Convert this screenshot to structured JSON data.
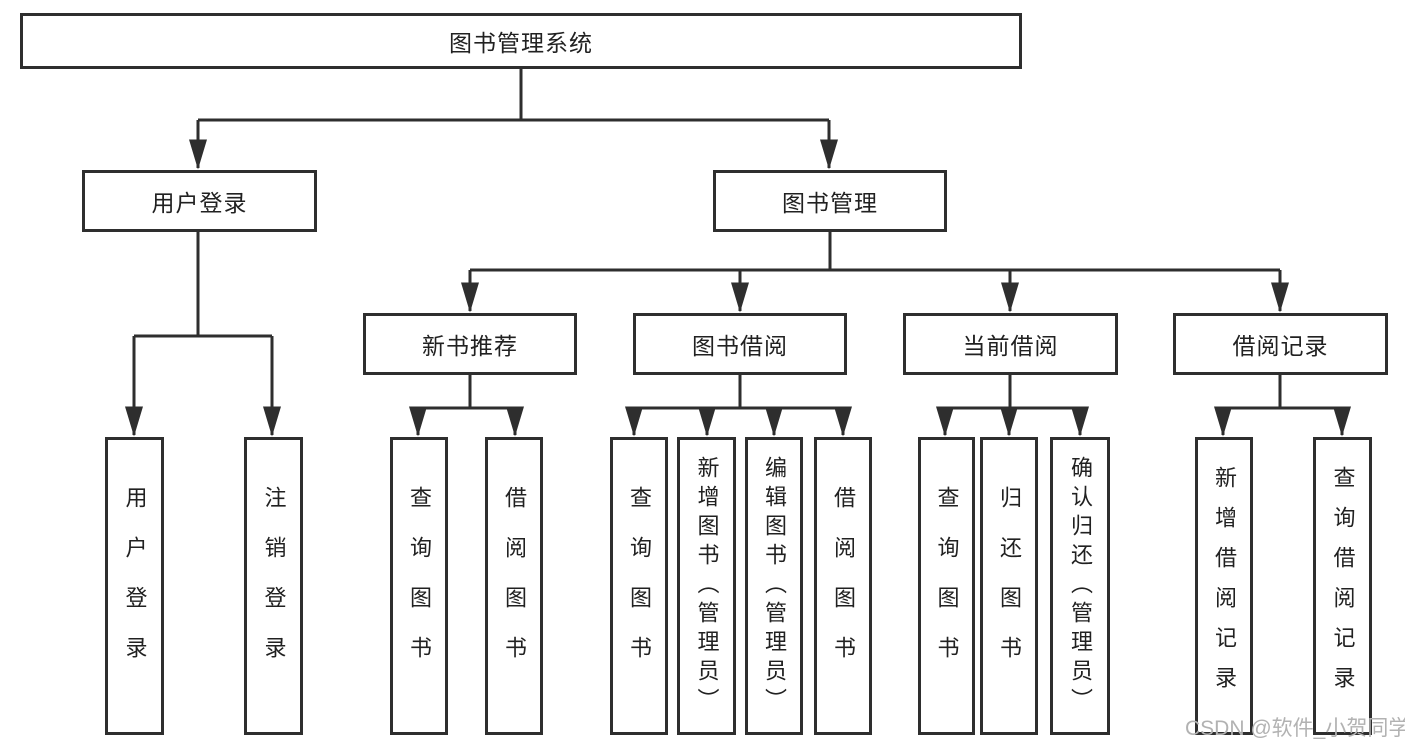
{
  "diagram": {
    "root": {
      "label": "图书管理系统"
    },
    "level2": {
      "user_login": {
        "label": "用户登录"
      },
      "book_mgmt": {
        "label": "图书管理"
      }
    },
    "level3": {
      "new_book_recommend": {
        "label": "新书推荐"
      },
      "book_borrow": {
        "label": "图书借阅"
      },
      "current_borrow": {
        "label": "当前借阅"
      },
      "borrow_records": {
        "label": "借阅记录"
      }
    },
    "leaves": {
      "user_login": [
        "用户登录",
        "注销登录"
      ],
      "new_book_recommend": [
        "查询图书",
        "借阅图书"
      ],
      "book_borrow": [
        "查询图书",
        "新增图书（管理员）",
        "编辑图书（管理员）",
        "借阅图书"
      ],
      "current_borrow": [
        "查询图书",
        "归还图书",
        "确认归还（管理员）"
      ],
      "borrow_records": [
        "新增借阅记录",
        "查询借阅记录"
      ]
    },
    "colors": {
      "line": "#2e2e2e",
      "text": "#212121",
      "box_background": "#ffffff",
      "watermark": "#b2b2b2"
    },
    "watermark": "CSDN @软件_小贺同学"
  }
}
